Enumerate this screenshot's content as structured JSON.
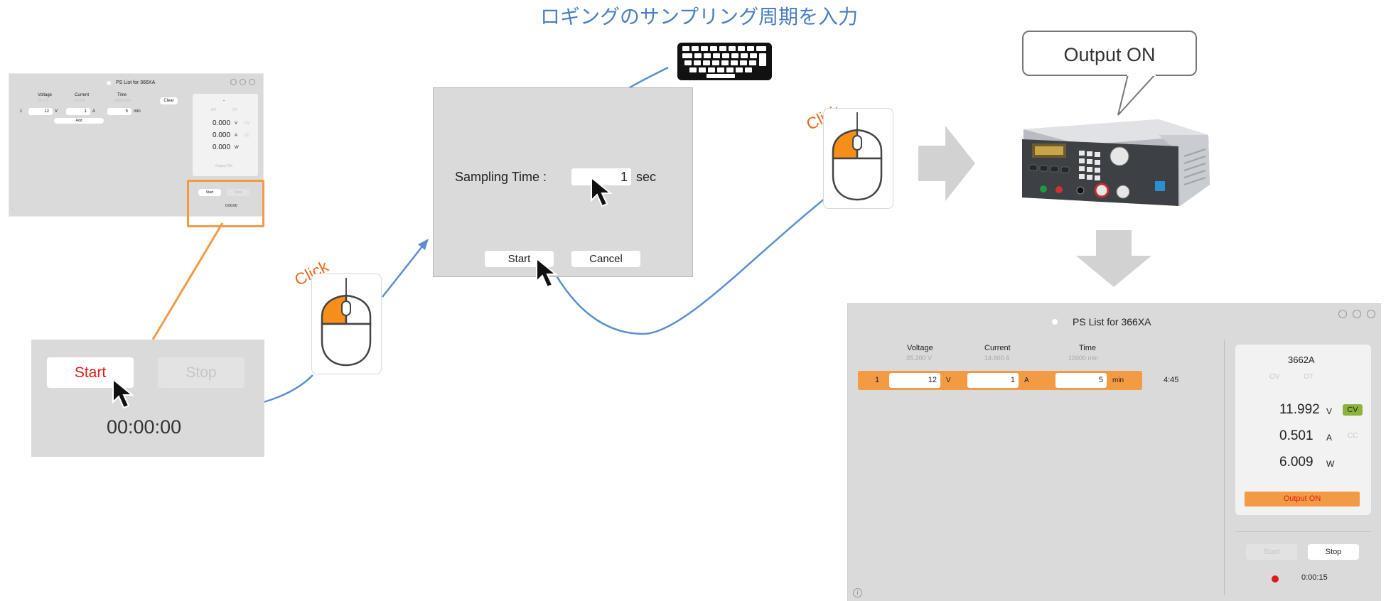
{
  "heading": "ロギングのサンプリング周期を入力",
  "click_text": "Click",
  "thumbnail": {
    "title": "PS List for 366XA",
    "voltage_label": "Voltage",
    "voltage_max": "35.2 V",
    "current_label": "Current",
    "current_max": "14.6 A",
    "time_label": "Time",
    "time_max": "10000 min",
    "clear_button": "Clear",
    "row_num": "1",
    "row_v": "12",
    "row_v_unit": "V",
    "row_a": "1",
    "row_a_unit": "A",
    "row_t": "5",
    "row_t_unit": "min",
    "add_button": "Add",
    "volt": "0.000",
    "volt_unit": "V",
    "amp": "0.000",
    "amp_unit": "A",
    "watt": "0.000",
    "watt_unit": "W",
    "cv": "CV",
    "cc": "CC",
    "ov": "OV",
    "ot": "OT",
    "output_label": "Output ON",
    "start_button": "Start",
    "stop_button": "Stop",
    "timer": "0:00:00",
    "info": "i"
  },
  "zoom": {
    "start_button": "Start",
    "stop_button": "Stop",
    "timer": "00:00:00"
  },
  "dialog": {
    "label": "Sampling Time :",
    "value": "1",
    "unit": "sec",
    "start_button": "Start",
    "cancel_button": "Cancel"
  },
  "callout": "Output ON",
  "app": {
    "title": "PS List for 366XA",
    "headers": {
      "voltage": "Voltage",
      "voltage_max": "35.200 V",
      "current": "Current",
      "current_max": "14.600 A",
      "time": "Time",
      "time_max": "10000 min"
    },
    "row": {
      "num": "1",
      "voltage": "12",
      "voltage_unit": "V",
      "current": "1",
      "current_unit": "A",
      "time": "5",
      "time_unit": "min",
      "remaining": "4:45"
    },
    "model": "3662A",
    "ov": "OV",
    "ot": "OT",
    "voltage_reading": "11.992",
    "voltage_unit": "V",
    "current_reading": "0.501",
    "current_unit": "A",
    "power_reading": "6.009",
    "power_unit": "W",
    "cv_badge": "CV",
    "cc_badge": "CC",
    "output_button": "Output ON",
    "start_button": "Start",
    "stop_button": "Stop",
    "timer": "0:00:15",
    "info": "i"
  },
  "colors": {
    "accent_orange": "#f39a45",
    "link_blue": "#4a7fc1",
    "cv_green": "#8db33a",
    "start_red": "#e0191d"
  }
}
